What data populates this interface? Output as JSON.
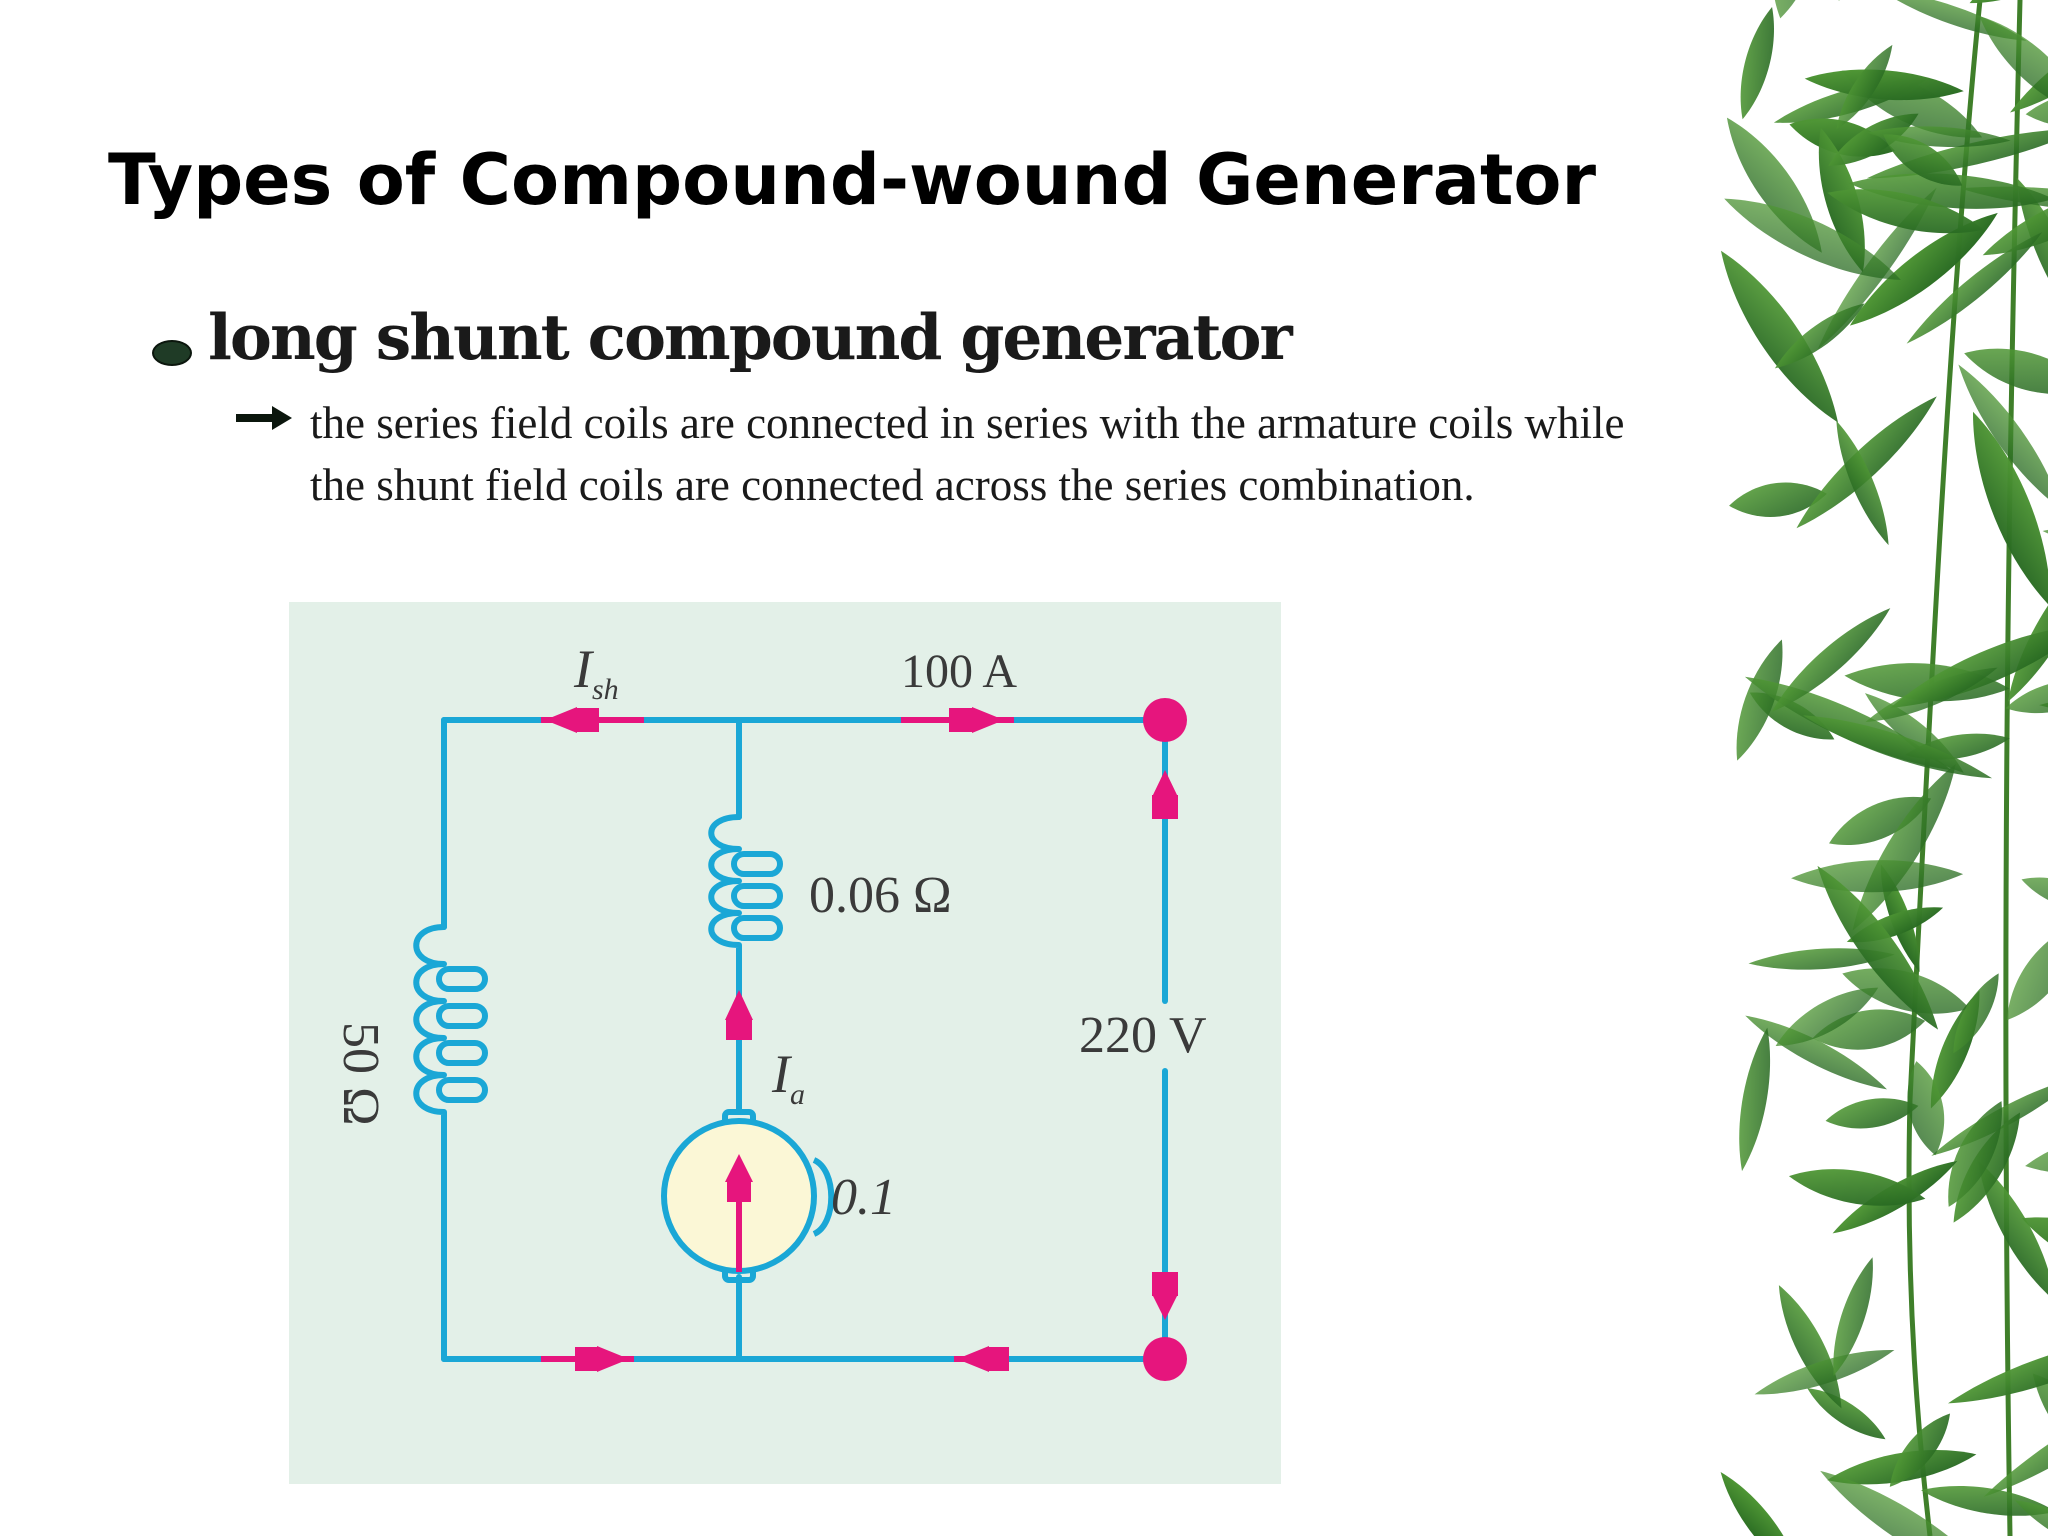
{
  "slide": {
    "title": "Types of Compound-wound Generator",
    "bullet": {
      "heading": "long shunt compound generator",
      "subpoint": "the series field coils are connected in series with the armature coils while the shunt field coils are connected across the series combination."
    }
  },
  "circuit": {
    "labels": {
      "shunt_current": "I",
      "shunt_current_sub": "sh",
      "load_current": "100 A",
      "series_resistance": "0.06 Ω",
      "shunt_resistance": "50 Ω",
      "terminal_voltage": "220 V",
      "armature_current": "I",
      "armature_current_sub": "a",
      "armature_resistance": "0.1"
    },
    "colors": {
      "wire": "#1aa7d6",
      "arrow": "#e6157d",
      "panel": "#e3f0e8",
      "armature_fill": "#fbf7d6"
    }
  },
  "theme": {
    "bullet_color": "#1f3b26",
    "decoration": "bamboo-leaves"
  }
}
